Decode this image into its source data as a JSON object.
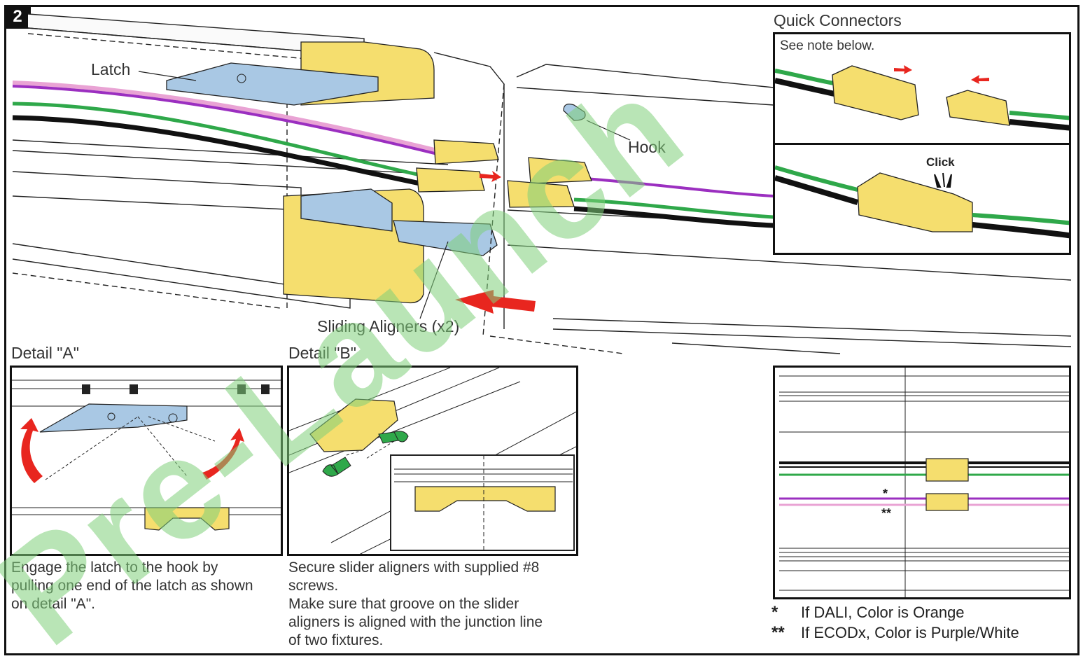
{
  "step": {
    "number": "2"
  },
  "main_view": {
    "latch_label": "Latch",
    "hook_label": "Hook",
    "aligners_label": "Sliding Aligners (x2)"
  },
  "quick_connectors": {
    "title": "Quick Connectors",
    "note": "See note below.",
    "click_label": "Click"
  },
  "detail_a": {
    "title": "Detail \"A\"",
    "caption_lines": [
      "Engage the latch to the hook by",
      "pulling one end of the latch as shown",
      "on detail \"A\"."
    ]
  },
  "detail_b": {
    "title": "Detail \"B\"",
    "caption_lines": [
      "Secure slider aligners with supplied #8",
      "screws.",
      "Make sure that groove on the slider",
      "aligners is aligned with the junction line",
      "of two fixtures."
    ],
    "screw_sizes": [],
    "groove_marker": ""
  },
  "wiring_detail": {
    "marker_single": "*",
    "marker_double": "**"
  },
  "legend": [
    {
      "symbol": "*",
      "text": "If DALI, Color is Orange"
    },
    {
      "symbol": "**",
      "text": "If ECODx, Color is Purple/White"
    }
  ],
  "watermark": {
    "text": "Pre-Launch"
  },
  "colors": {
    "connector_yellow": "#f5de6e",
    "part_blue": "#a9c8e4",
    "wire_green": "#2fa84a",
    "wire_purple": "#9b2fc0",
    "wire_pink": "#e9a3d4",
    "arrow_red": "#e8261f",
    "watermark_green": "#7fd07a"
  }
}
